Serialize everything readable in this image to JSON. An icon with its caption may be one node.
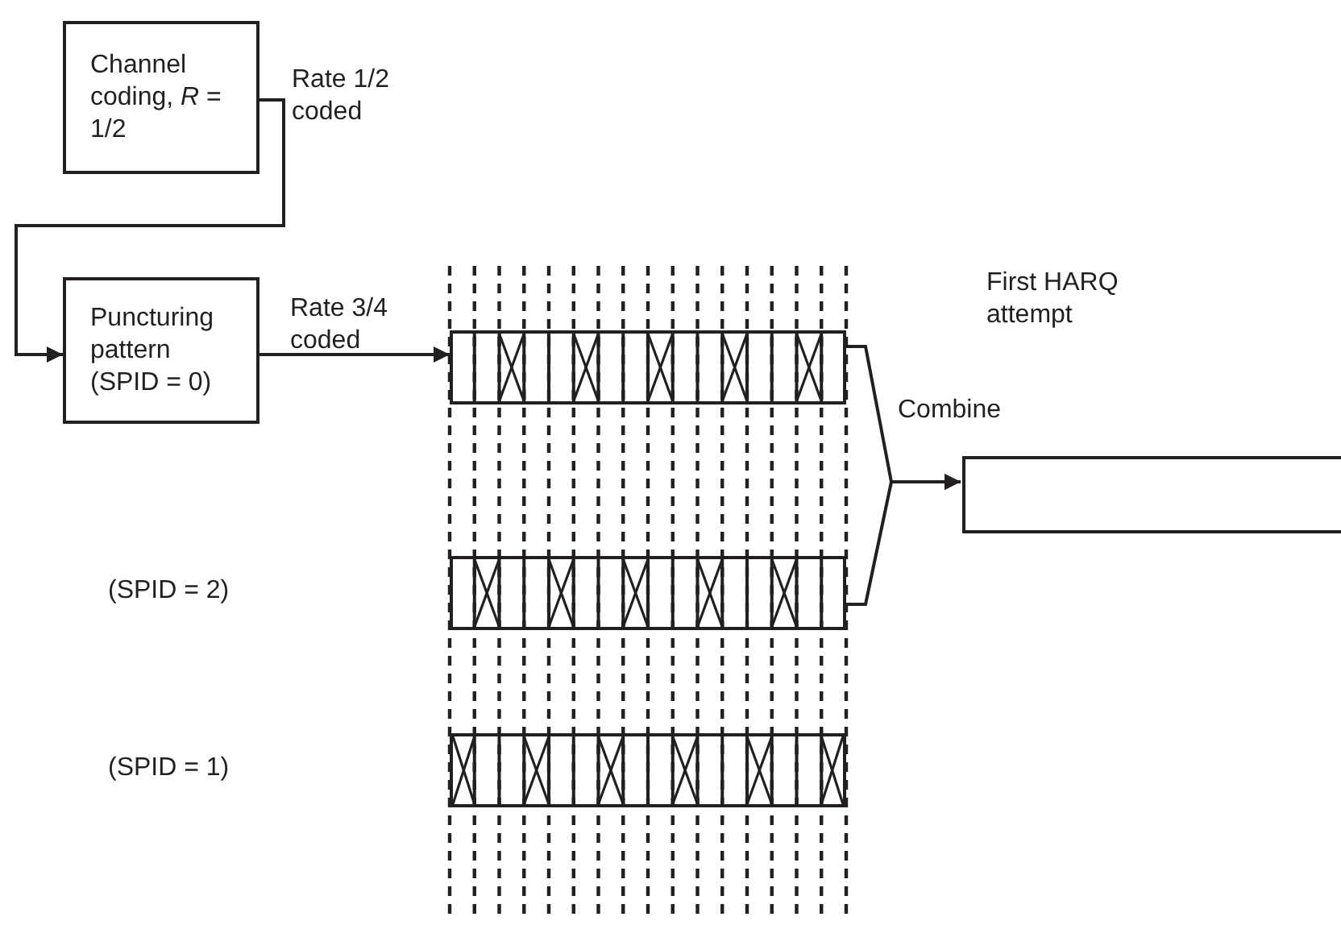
{
  "diagram": {
    "nodes": [
      {
        "text": [
          "Channel coding, *R* = 1/2"
        ]
      },
      {
        "text": [
          "Puncturing pattern (SPID = 0)"
        ]
      },
      {
        "text": [],
        "shape": "bar"
      },
      {
        "text": [],
        "shape": "bar"
      },
      {
        "text": [],
        "shape": "bar"
      },
      {
        "text": [],
        "shape": "box"
      }
    ],
    "edges": [
      {
        "from": 0,
        "to": 1,
        "arrow": "to",
        "label": "Rate 1/2 coded"
      },
      {
        "from": 1,
        "to": 2,
        "arrow": "to",
        "label": "Rate 3/4 coded"
      },
      {
        "from": 2,
        "to": 5,
        "arrow": "to",
        "label": "Combine"
      },
      {
        "from": 3,
        "to": 5,
        "arrow": "to"
      }
    ],
    "labels": [
      "First HARQ attempt",
      "(SPID = 2)",
      "(SPID = 1)"
    ]
  }
}
